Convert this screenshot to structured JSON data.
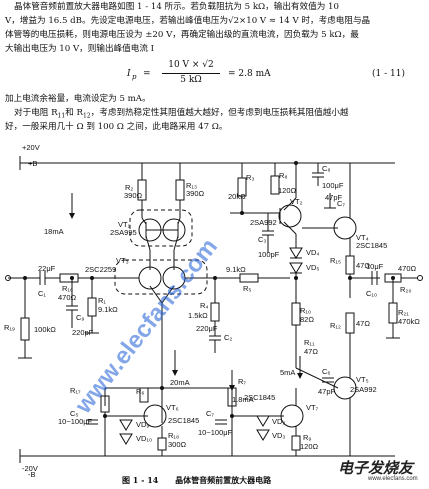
{
  "text": {
    "p1": "晶体管音频前置放大器电路如图 1 - 14 所示。若负载阻抗为 5 kΩ，输出有效值为 10",
    "p2": "V，增益为 16.5 dB。先设定电源电压，若输出峰值电压为√2×10 V ≈ 14 V 时，考虑电阻与晶",
    "p3": "体管等的电压损耗，则电源电压设为 ±20 V，再确定输出级的直流电流，因负载为 5 kΩ，最",
    "p4": "大输出电压为 10 V，则输出峰值电流 I",
    "formula_lhs": "I",
    "formula_sub": "p",
    "formula_eq": "=",
    "formula_num": "10 V × √2",
    "formula_den": "5 kΩ",
    "formula_rhs": "= 2.8 mA",
    "formula_no": "(1 - 11)",
    "p5": "加上电流余裕量，电流设定为 5 mA。",
    "p6": "对于电阻 R",
    "p6_sub1": "11",
    "p6_mid": "和 R",
    "p6_sub2": "12",
    "p6_rest": "，考虑到热稳定性其阻值越大越好，但考虑到电压损耗其阻值越小越",
    "p7": "好，一般采用几十 Ω 到 100 Ω 之间，此电路采用 47 Ω。",
    "caption_no": "图 1 - 14",
    "caption": "晶体管音频前置放大器电路",
    "watermark": "www.elecfans.com",
    "logo": "电子发烧友",
    "logo_url": "www.elecfans.com"
  },
  "circuit": {
    "vplus": "+20V",
    "bplus": "+B",
    "vminus": "-20V",
    "bminus": "-B",
    "i1": "18mA",
    "i2": "20mA",
    "i3": "1.8mA",
    "i4": "5mA",
    "R2": "R₂",
    "R2v": "390Ω",
    "R13": "R₁₃",
    "R13v": "390Ω",
    "R3": "R₃",
    "R3v": "20kΩ",
    "R8": "R₈",
    "R8v": "120Ω",
    "C8": "C₈",
    "C8v": "100μF",
    "C7a": "C₇",
    "C7av": "47pF",
    "VT1": "VT₁",
    "VT1p": "2SA995",
    "VT2": "VT₂",
    "VT2p": "2SA992",
    "VT4": "VT₄",
    "VT4p": "2SC1845",
    "VT3": "VT₃",
    "VT3p": "2SC2259",
    "C3": "C₃",
    "C3v": "100pF",
    "VD4": "VD₄",
    "VD5": "VD₅",
    "R15": "R₁₅",
    "R15v": "47Ω",
    "C10": "C₁₀",
    "C10v": "10μF",
    "R20": "R₂₀",
    "R20v": "470Ω",
    "in_c": "22μF",
    "C1": "C₁",
    "R16": "R₁₆",
    "R16v": "470Ω",
    "R19": "R₁₉",
    "R19v": "100kΩ",
    "R1": "R₁",
    "R1v": "9.1kΩ",
    "C9": "C₉",
    "C9v": "220pF",
    "R5v": "9.1kΩ",
    "R5": "R₅",
    "R4": "R₄",
    "R4v": "1.5kΩ",
    "C2v": "220μF",
    "C2": "C₂",
    "R10": "R₁₀",
    "R10v": "82Ω",
    "R12": "R₁₂",
    "R12v": "47Ω",
    "R21": "R₂₁",
    "R21v": "470kΩ",
    "R11": "R₁₁",
    "R11v": "47Ω",
    "C6": "C₆",
    "C6v": "47pF",
    "VT5": "VT₅",
    "VT5p": "2SA992",
    "R17": "R₁₇",
    "R6": "R₆",
    "VT6": "VT₆",
    "VT6p": "2SC1845",
    "C5": "C₅",
    "C5v": "10~100μF",
    "VD9": "VD₉",
    "VD10": "VD₁₀",
    "R18": "R₁₈",
    "R18v": "300Ω",
    "R7": "R₇",
    "VT7p": "2SC1845",
    "C7": "C₇",
    "C7v": "10~100μF",
    "VD2": "VD₂",
    "VD3": "VD₃",
    "VT7": "VT₇",
    "R9": "R₉",
    "R9v": "120Ω"
  }
}
